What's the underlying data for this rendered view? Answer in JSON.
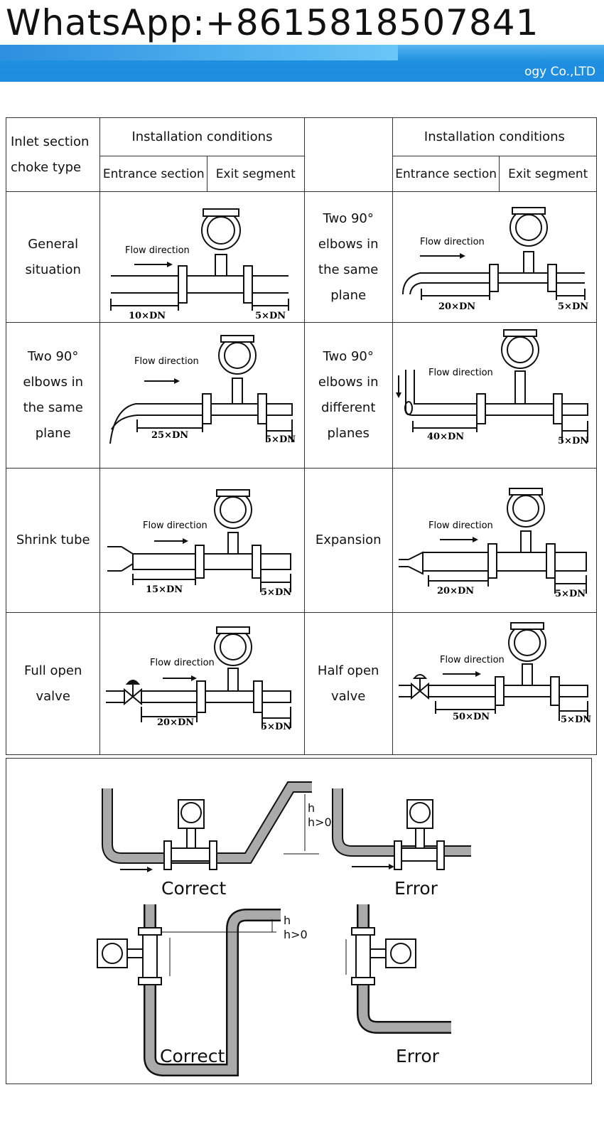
{
  "header": {
    "whatsapp": "WhatsApp:+8615818507841",
    "company": "ogy Co.,LTD"
  },
  "table": {
    "col_header_type": "Inlet section choke type",
    "install_conditions": "Installation conditions",
    "entrance_section": "Entrance section",
    "exit_segment": "Exit segment",
    "flow_direction": "Flow direction",
    "rows": [
      {
        "left_label": "General situation",
        "left_up": "10×DN",
        "left_down": "5×DN",
        "right_label": "Two 90° elbows in the same plane",
        "right_up": "20×DN",
        "right_down": "5×DN"
      },
      {
        "left_label": "Two 90° elbows in the same plane",
        "left_up": "25×DN",
        "left_down": "5×DN",
        "right_label": "Two 90° elbows in different planes",
        "right_up": "40×DN",
        "right_down": "5×DN"
      },
      {
        "left_label": "Shrink tube",
        "left_up": "15×DN",
        "left_down": "5×DN",
        "right_label": "Expansion",
        "right_up": "20×DN",
        "right_down": "5×DN"
      },
      {
        "left_label": "Full open valve",
        "left_up": "20×DN",
        "left_down": "5×DN",
        "right_label": "Half open valve",
        "right_up": "50×DN",
        "right_down": "5×DN"
      }
    ]
  },
  "bottom": {
    "correct": "Correct",
    "error": "Error",
    "h": "h",
    "h_cond": "h>0"
  }
}
